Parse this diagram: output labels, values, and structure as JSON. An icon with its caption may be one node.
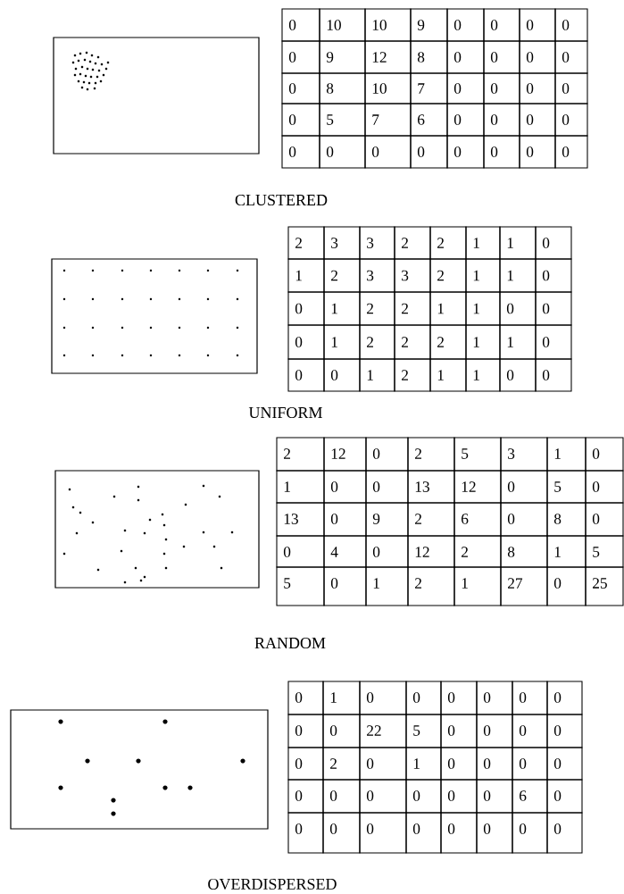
{
  "diagram": {
    "labels": [
      "0",
      "10",
      "10",
      "9",
      "0",
      "0",
      "0",
      "0",
      "0",
      "9",
      "12",
      "8",
      "0",
      "0",
      "0",
      "0",
      "0",
      "8",
      "10",
      "7",
      "0",
      "0",
      "0",
      "0",
      "0",
      "5",
      "7",
      "6",
      "0",
      "0",
      "0",
      "0",
      "0",
      "0",
      "0",
      "0",
      "0",
      "0",
      "0",
      "0",
      "CLUSTERED",
      "2",
      "3",
      "3",
      "2",
      "2",
      "1",
      "1",
      "0",
      "1",
      "2",
      "3",
      "3",
      "2",
      "1",
      "1",
      "0",
      "0",
      "1",
      "2",
      "2",
      "1",
      "1",
      "0",
      "0",
      "0",
      "1",
      "2",
      "2",
      "2",
      "1",
      "1",
      "0",
      "0",
      "0",
      "1",
      "2",
      "1",
      "1",
      "0",
      "0",
      "UNIFORM",
      "2",
      "12",
      "0",
      "2",
      "5",
      "3",
      "1",
      "0",
      "1",
      "0",
      "0",
      "13",
      "12",
      "0",
      "5",
      "0",
      "13",
      "0",
      "9",
      "2",
      "6",
      "0",
      "8",
      "0",
      "0",
      "4",
      "0",
      "12",
      "2",
      "8",
      "1",
      "5",
      "5",
      "0",
      "1",
      "2",
      "1",
      "27",
      "0",
      "25",
      "RANDOM",
      "0",
      "1",
      "0",
      "0",
      "0",
      "0",
      "0",
      "0",
      "0",
      "0",
      "22",
      "5",
      "0",
      "0",
      "0",
      "0",
      "0",
      "2",
      "0",
      "1",
      "0",
      "0",
      "0",
      "0",
      "0",
      "0",
      "0",
      "0",
      "0",
      "0",
      "6",
      "0",
      "0",
      "0",
      "0",
      "0",
      "0",
      "0",
      "0",
      "0",
      "OVERDISPERSED"
    ]
  }
}
